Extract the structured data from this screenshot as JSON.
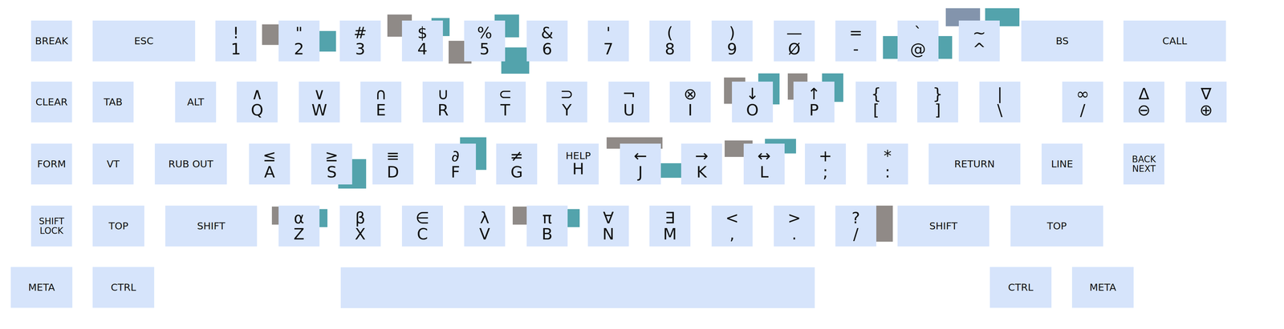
{
  "diagram": {
    "nodes": [
      {
        "text": [
          "BREAK"
        ]
      },
      {
        "text": [
          "ESC"
        ]
      },
      {
        "text": [
          "!",
          "1"
        ]
      },
      {
        "text": [
          "\"",
          "2"
        ]
      },
      {
        "text": [
          "#",
          "3"
        ]
      },
      {
        "text": [
          "$",
          "4"
        ]
      },
      {
        "text": [
          "%",
          "5"
        ]
      },
      {
        "text": [
          "&",
          "6"
        ]
      },
      {
        "text": [
          "'",
          "7"
        ]
      },
      {
        "text": [
          "(",
          "8"
        ]
      },
      {
        "text": [
          ")",
          "9"
        ]
      },
      {
        "text": [
          "—",
          "Ø"
        ]
      },
      {
        "text": [
          "=",
          "-"
        ]
      },
      {
        "text": [
          "`",
          "@"
        ]
      },
      {
        "text": [
          "~",
          "^"
        ]
      },
      {
        "text": [
          "BS"
        ]
      },
      {
        "text": [
          "CALL"
        ]
      },
      {
        "text": [
          "CLEAR"
        ]
      },
      {
        "text": [
          "TAB"
        ]
      },
      {
        "text": [
          "ALT"
        ]
      },
      {
        "text": [
          "∧",
          "Q"
        ]
      },
      {
        "text": [
          "∨",
          "W"
        ]
      },
      {
        "text": [
          "∩",
          "E"
        ]
      },
      {
        "text": [
          "∪",
          "R"
        ]
      },
      {
        "text": [
          "⊂",
          "T"
        ]
      },
      {
        "text": [
          "⊃",
          "Y"
        ]
      },
      {
        "text": [
          "¬",
          "U"
        ]
      },
      {
        "text": [
          "⊗",
          "I"
        ]
      },
      {
        "text": [
          "↓",
          "O"
        ]
      },
      {
        "text": [
          "↑",
          "P"
        ]
      },
      {
        "text": [
          "{",
          "["
        ]
      },
      {
        "text": [
          "}",
          "]"
        ]
      },
      {
        "text": [
          "|",
          "\\"
        ]
      },
      {
        "text": [
          "∞",
          "/"
        ]
      },
      {
        "text": [
          "Δ",
          "⊖"
        ]
      },
      {
        "text": [
          "∇",
          "⊕"
        ]
      },
      {
        "text": [
          "FORM"
        ]
      },
      {
        "text": [
          "VT"
        ]
      },
      {
        "text": [
          "RUB OUT"
        ]
      },
      {
        "text": [
          "≤",
          "A"
        ]
      },
      {
        "text": [
          "≥",
          "S"
        ]
      },
      {
        "text": [
          "≡",
          "D"
        ]
      },
      {
        "text": [
          "∂",
          "F"
        ]
      },
      {
        "text": [
          "≠",
          "G"
        ]
      },
      {
        "text": [
          "HELP",
          "H"
        ]
      },
      {
        "text": [
          "←",
          "J"
        ]
      },
      {
        "text": [
          "→",
          "K"
        ]
      },
      {
        "text": [
          "↔",
          "L"
        ]
      },
      {
        "text": [
          "+",
          ";"
        ]
      },
      {
        "text": [
          "*",
          ":"
        ]
      },
      {
        "text": [
          "RETURN"
        ]
      },
      {
        "text": [
          "LINE"
        ]
      },
      {
        "text": [
          "BACK NEXT"
        ]
      },
      {
        "text": [
          "SHIFT LOCK"
        ]
      },
      {
        "text": [
          "TOP"
        ]
      },
      {
        "text": [
          "SHIFT"
        ]
      },
      {
        "text": [
          "α",
          "Z"
        ]
      },
      {
        "text": [
          "β",
          "X"
        ]
      },
      {
        "text": [
          "∈",
          "C"
        ]
      },
      {
        "text": [
          "λ",
          "V"
        ]
      },
      {
        "text": [
          "π",
          "B"
        ]
      },
      {
        "text": [
          "∀",
          "N"
        ]
      },
      {
        "text": [
          "∃",
          "M"
        ]
      },
      {
        "text": [
          "<",
          ","
        ]
      },
      {
        "text": [
          ">",
          "."
        ]
      },
      {
        "text": [
          "?",
          "/"
        ]
      },
      {
        "text": [
          "SHIFT"
        ]
      },
      {
        "text": [
          "TOP"
        ]
      },
      {
        "text": [
          "META"
        ]
      },
      {
        "text": [
          "CTRL"
        ]
      },
      {
        "text": [
          "CTRL"
        ]
      },
      {
        "text": [
          "META"
        ]
      }
    ]
  }
}
